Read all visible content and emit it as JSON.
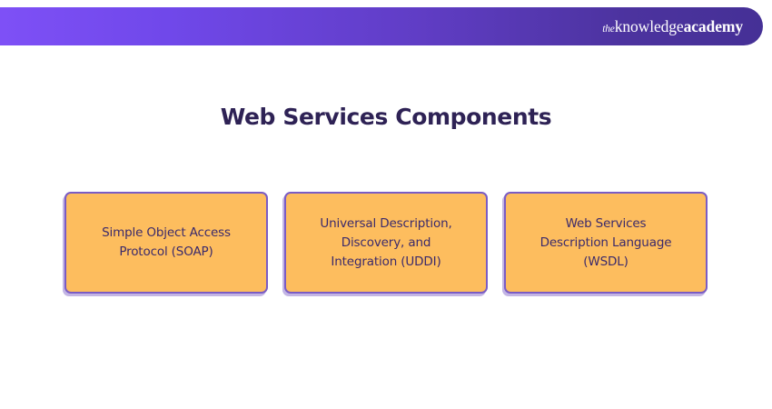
{
  "header": {
    "brand": {
      "prefix": "the",
      "word_regular": "knowledge",
      "word_bold": "academy"
    },
    "gradient_start": "#7e50f6",
    "gradient_end": "#453096"
  },
  "slide": {
    "title": "Web Services Components",
    "title_color": "#2e2255",
    "background_color": "#ffffff"
  },
  "cards": {
    "fill_color": "#fdbd5e",
    "border_color": "#7a5cc4",
    "text_color": "#3b2a6b",
    "items": [
      {
        "label": "Simple Object Access\nProtocol (SOAP)"
      },
      {
        "label": "Universal Description,\nDiscovery, and\nIntegration (UDDI)"
      },
      {
        "label": "Web Services\nDescription Language\n(WSDL)"
      }
    ]
  }
}
